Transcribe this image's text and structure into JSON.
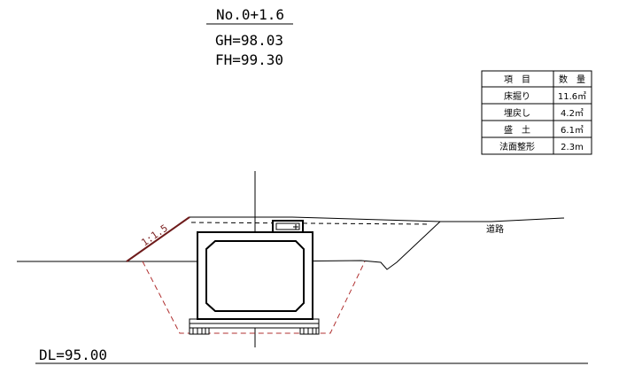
{
  "header": {
    "station": "No.0+1.6",
    "gh": "GH=98.03",
    "fh": "FH=99.30"
  },
  "quantity_table": {
    "headers": [
      "項　目",
      "数　量"
    ],
    "rows": [
      {
        "item": "床掘り",
        "qty": "11.6㎥"
      },
      {
        "item": "埋戻し",
        "qty": "4.2㎥"
      },
      {
        "item": "盛　土",
        "qty": "6.1㎥"
      },
      {
        "item": "法面整形",
        "qty": "2.3m"
      }
    ]
  },
  "labels": {
    "road": "道路",
    "slope": "1:1.5",
    "datum": "DL=95.00"
  },
  "colors": {
    "line": "#000000",
    "excavation": "#b03030",
    "slope": "#6e1b1b"
  }
}
